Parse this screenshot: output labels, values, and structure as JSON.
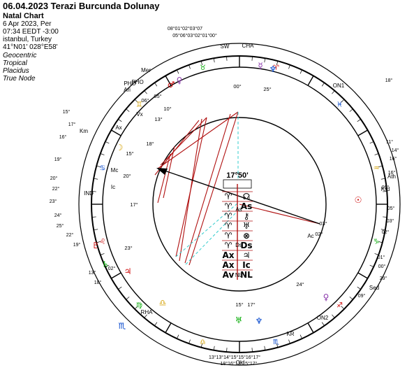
{
  "header": {
    "title": "06.04.2023 Terazi Burcunda Dolunay",
    "chart_type": "Natal Chart",
    "date_line": "6 Apr 2023, Per",
    "time_line": "07:34  EEDT -3:00",
    "place_line": "istanbul, Turkey",
    "coords_line": "41°N01' 028°E58'",
    "modes": [
      "Geocentric",
      "Tropical",
      "Placidus",
      "True Node"
    ]
  },
  "wheel": {
    "asc_degree": "17°50'",
    "ascendant_sign_glyph": "♈",
    "colors": {
      "ring": "#000000",
      "aspect_major": "#b01010",
      "aspect_minor": "#33cccc",
      "fire": "#cc0000",
      "earth": "#00aa00",
      "air": "#d4a000",
      "water": "#0044cc",
      "planet_violet": "#8833aa"
    },
    "angle_labels": [
      "Ari",
      "PHO",
      "ON1",
      "Km",
      "IND",
      "Ath",
      "Krd",
      "RHA",
      "Old",
      "KR",
      "ON2",
      "Sed",
      "Mer"
    ],
    "house_degree_labels": [
      "00°",
      "05°",
      "06°",
      "13°",
      "10°",
      "18°",
      "15°",
      "20°",
      "17°",
      "23°",
      "03°",
      "24°",
      "02°",
      "25°",
      "15°",
      "17°"
    ],
    "top_rim_degrees": "05°06°03°02°01°00°",
    "top_rim_degrees_2": "08°01°02°03°07",
    "bottom_rim_degrees": "13°13°14°15°15°16°17°",
    "bottom_rim_degrees_2": "18°16°13°15°17°",
    "chart_point_labels": [
      "SW",
      "CHA",
      "PHO",
      "Vx",
      "Ax",
      "Mc",
      "Ic",
      "As",
      "Ds",
      "Ac",
      "NL"
    ],
    "side_degrees_left": [
      "15°",
      "17°",
      "16°",
      "19°",
      "20°",
      "22°",
      "23°",
      "24°",
      "25°",
      "22°",
      "19°",
      "13°",
      "18°",
      "02°"
    ],
    "side_degrees_right": [
      "18°",
      "11°",
      "14°",
      "16°",
      "16°",
      "09°",
      "05°",
      "03°",
      "02°",
      "01°",
      "00°",
      "29°",
      "09°"
    ]
  },
  "aspect_grid": {
    "rows": [
      {
        "left": "♈",
        "right": "☊"
      },
      {
        "left": "♈",
        "right": "As"
      },
      {
        "left": "♈",
        "right": "⚷"
      },
      {
        "left": "♈",
        "right": "♅"
      },
      {
        "left": "♈",
        "right": "⊗"
      },
      {
        "left": "♈",
        "right": "Ds"
      },
      {
        "left": "Ax",
        "right": "♃"
      },
      {
        "left": "Ax",
        "right": "Ic"
      },
      {
        "left": "Av",
        "right": "NL"
      }
    ]
  }
}
